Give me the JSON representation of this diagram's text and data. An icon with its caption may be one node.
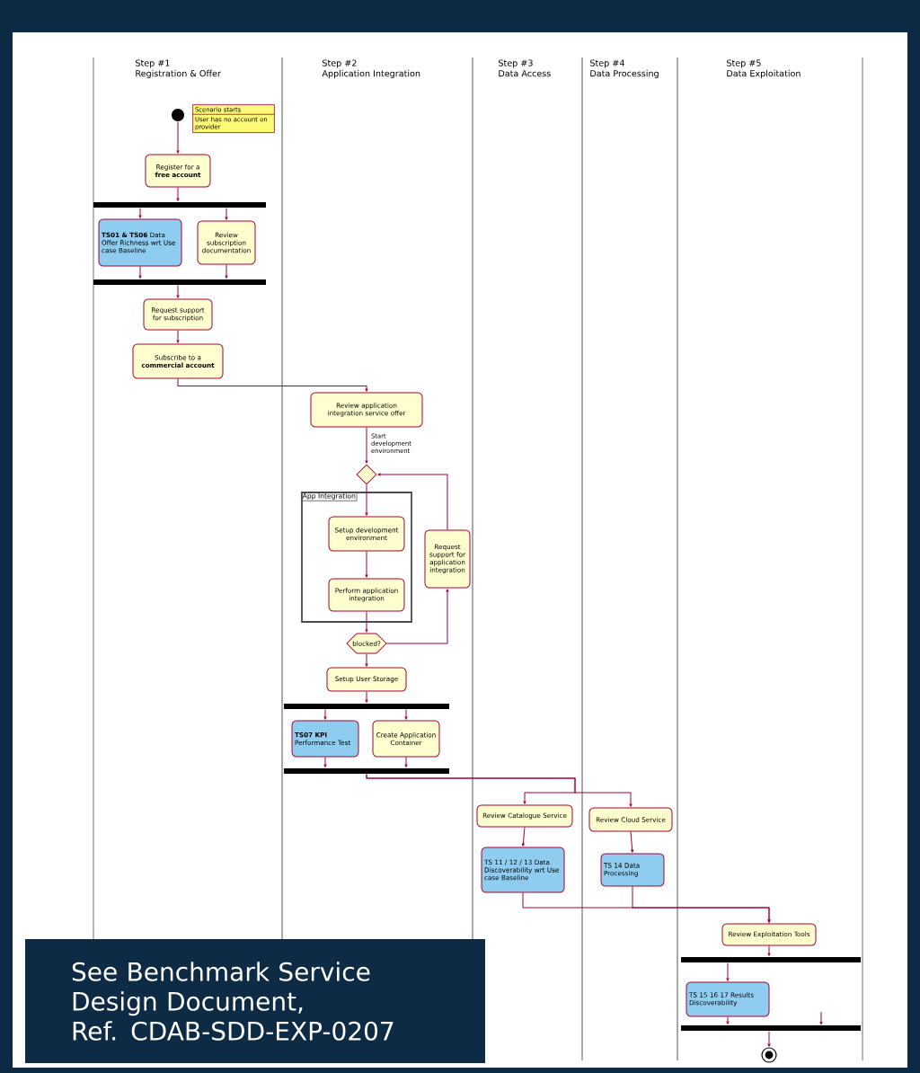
{
  "diagram": {
    "nodes": [
      {
        "text": [
          "Step #1",
          "Registration & Offer"
        ]
      },
      {
        "text": [
          "Step #2",
          "Application Integration"
        ]
      },
      {
        "text": [
          "Step #3",
          "Data Access"
        ]
      },
      {
        "text": [
          "Step #4",
          "Data Processing"
        ]
      },
      {
        "text": [
          "Step #5",
          "Data Exploitation"
        ]
      },
      {
        "text": [],
        "shape": "circle",
        "in": 0
      },
      {
        "text": [
          "Scenario starts",
          "User has no account on provider"
        ],
        "in": 0
      },
      {
        "text": [
          "Register for a **free account**"
        ],
        "in": 0
      },
      {
        "text": [],
        "shape": "bar",
        "in": 0
      },
      {
        "text": [
          "**TS01 & TS06** Data Offer Richness wrt Use case Baseline"
        ],
        "in": 0
      },
      {
        "text": [
          "Review subscription documentation"
        ],
        "in": 0
      },
      {
        "text": [],
        "shape": "bar",
        "in": 0
      },
      {
        "text": [
          "Request support for subscription"
        ],
        "in": 0
      },
      {
        "text": [
          "Subscribe to a **commercial account**"
        ],
        "in": 0
      },
      {
        "text": [
          "Review application integration service offer"
        ],
        "in": 1
      },
      {
        "text": [],
        "shape": "diamond",
        "in": 1
      },
      {
        "text": [
          "App Integration"
        ],
        "in": 1
      },
      {
        "text": [
          "Setup development environment"
        ],
        "in": 16
      },
      {
        "text": [
          "Perform application integration"
        ],
        "in": 16
      },
      {
        "text": [
          "Request support for application integration"
        ],
        "in": 1
      },
      {
        "text": [
          "blocked?"
        ],
        "in": 1
      },
      {
        "text": [
          "Setup User Storage"
        ],
        "in": 1
      },
      {
        "text": [],
        "shape": "bar",
        "in": 1
      },
      {
        "text": [
          "**TS07 KPI** Performance Test"
        ],
        "in": 1
      },
      {
        "text": [
          "Create Application Container"
        ],
        "in": 1
      },
      {
        "text": [],
        "shape": "bar",
        "in": 1
      },
      {
        "text": [
          "Review Catalogue Service"
        ],
        "in": 2
      },
      {
        "text": [
          "TS 11 / 12 / 13 Data Discoverability wrt Use case Baseline"
        ],
        "in": 2
      },
      {
        "text": [
          "Review Cloud Service"
        ],
        "in": 3
      },
      {
        "text": [
          "TS 14 Data Processing"
        ],
        "in": 3
      },
      {
        "text": [
          "Review Exploitation Tools"
        ],
        "in": 4
      },
      {
        "text": [],
        "shape": "bar",
        "in": 4
      },
      {
        "text": [
          "TS 15 16 17 Results Discoverability"
        ],
        "in": 4
      },
      {
        "text": [],
        "shape": "bar",
        "in": 4
      },
      {
        "text": [],
        "shape": "circle",
        "in": 4
      },
      {
        "text": [
          "See Benchmark Service Design Document,",
          "Ref. CDAB-SDD-EXP-0207"
        ]
      }
    ],
    "edges": [
      {
        "from": 5,
        "to": 7,
        "arrow": "to"
      },
      {
        "from": 7,
        "to": 8,
        "arrow": "to"
      },
      {
        "from": 8,
        "to": 9,
        "arrow": "to"
      },
      {
        "from": 8,
        "to": 10,
        "arrow": "to"
      },
      {
        "from": 9,
        "to": 11,
        "arrow": "to"
      },
      {
        "from": 10,
        "to": 11,
        "arrow": "to"
      },
      {
        "from": 11,
        "to": 12,
        "arrow": "to"
      },
      {
        "from": 12,
        "to": 13,
        "arrow": "to"
      },
      {
        "from": 13,
        "to": 14,
        "arrow": "to"
      },
      {
        "from": 14,
        "to": 15,
        "arrow": "to",
        "label": "Start development environment"
      },
      {
        "from": 15,
        "to": 17,
        "arrow": "to"
      },
      {
        "from": 17,
        "to": 18,
        "arrow": "to"
      },
      {
        "from": 18,
        "to": 20,
        "arrow": "to"
      },
      {
        "from": 20,
        "to": 19,
        "arrow": "to"
      },
      {
        "from": 19,
        "to": 15,
        "arrow": "to"
      },
      {
        "from": 20,
        "to": 21,
        "arrow": "to"
      },
      {
        "from": 21,
        "to": 22,
        "arrow": "to"
      },
      {
        "from": 22,
        "to": 23,
        "arrow": "to"
      },
      {
        "from": 22,
        "to": 24,
        "arrow": "to"
      },
      {
        "from": 23,
        "to": 25,
        "arrow": "to"
      },
      {
        "from": 24,
        "to": 25,
        "arrow": "to"
      },
      {
        "from": 25,
        "to": 26,
        "arrow": "to"
      },
      {
        "from": 25,
        "to": 28,
        "arrow": "to"
      },
      {
        "from": 26,
        "to": 27,
        "arrow": "to"
      },
      {
        "from": 28,
        "to": 29,
        "arrow": "to"
      },
      {
        "from": 27,
        "to": 30,
        "arrow": "to"
      },
      {
        "from": 29,
        "to": 30,
        "arrow": "to"
      },
      {
        "from": 30,
        "to": 31,
        "arrow": "to"
      },
      {
        "from": 31,
        "to": 32,
        "arrow": "to"
      },
      {
        "from": 32,
        "to": 33,
        "arrow": "to"
      },
      {
        "from": 33,
        "to": 34,
        "arrow": "to"
      },
      {
        "from": null,
        "to": 33,
        "arrow": "to"
      }
    ]
  }
}
